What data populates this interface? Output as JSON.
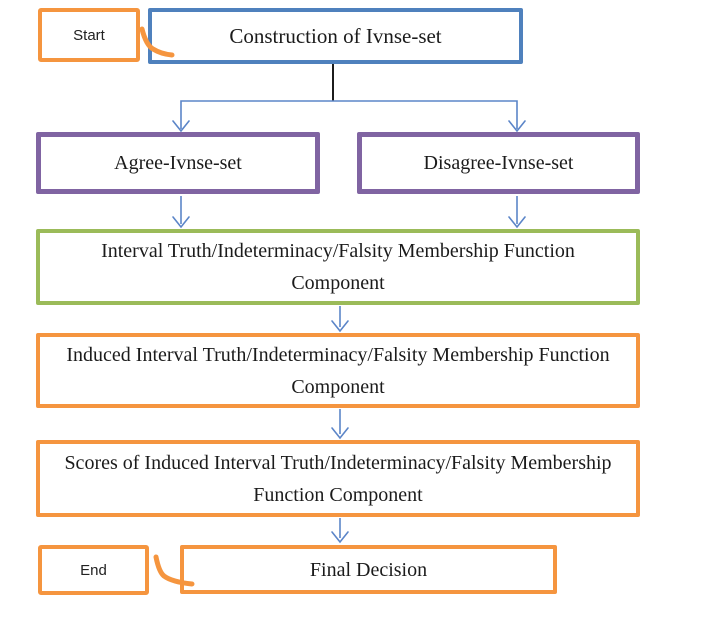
{
  "diagram": {
    "nodes": {
      "start": "Start",
      "construction": "Construction of Ivnse-set",
      "agree": "Agree-Ivnse-set",
      "disagree": "Disagree-Ivnse-set",
      "interval_membership": "Interval Truth/Indeterminacy/Falsity Membership Function Component",
      "induced_membership": "Induced Interval Truth/Indeterminacy/Falsity Membership Function Component",
      "scores_membership": "Scores of Induced Interval Truth/Indeterminacy/Falsity Membership Function Component",
      "final_decision": "Final Decision",
      "end": "End"
    },
    "colors": {
      "blue_border": "#4F81BD",
      "purple_border": "#8064A2",
      "green_border": "#9BBB59",
      "orange_border": "#F5953F",
      "connector_blue": "#5B85C8",
      "connector_black": "#1C1C1C",
      "text_color": "#1B1B1B"
    }
  }
}
